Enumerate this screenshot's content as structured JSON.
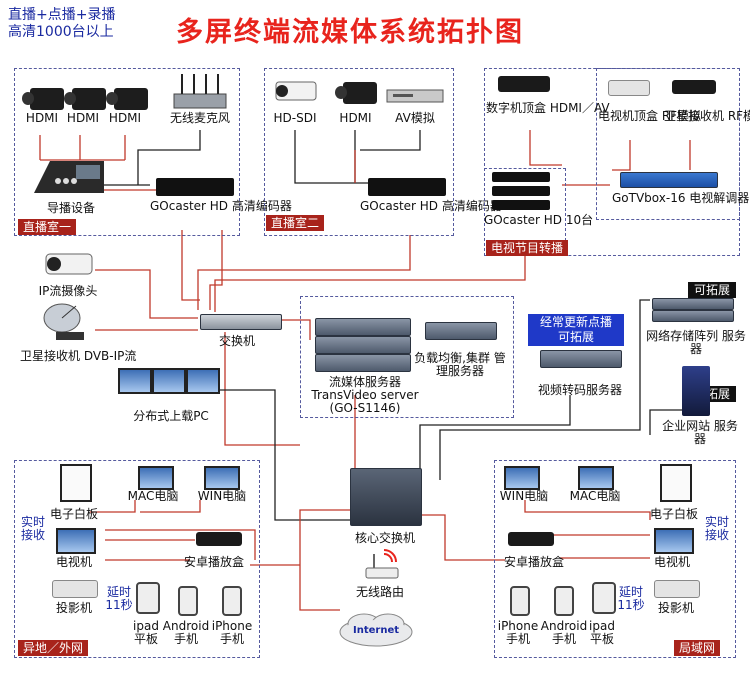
{
  "title": "多屏终端流媒体系统拓扑图",
  "top_left": {
    "line1": "直播+点播+录播",
    "line2": "高清1000台以上"
  },
  "studio1": {
    "tag": "直播室一",
    "cameras": [
      "HDMI",
      "HDMI",
      "HDMI"
    ],
    "mic": "无线麦克风",
    "switcher": "导播设备",
    "encoder": "GOcaster HD 高清编码器"
  },
  "studio2": {
    "tag": "直播室二",
    "hdsdi": "HD-SDI",
    "hdmi": "HDMI",
    "av": "AV模拟",
    "encoder": "GOcaster HD 高清编码器"
  },
  "tv": {
    "tag": "电视节目转播",
    "digital_stb": "数字机顶盒 HDMI／AV",
    "tv_stb": "电视机顶盒 RF模拟",
    "sat_rx": "卫星接收机 RF模拟",
    "gotvbox": "GoTVbox-16 电视解调器",
    "encoder": "GOcaster HD 10台"
  },
  "left_col": {
    "ipcam": "IP流摄像头",
    "satellite": "卫星接收机 DVB-IP流"
  },
  "switch": "交换机",
  "media_server": "流媒体服务器 TransVideo server (GO-S1146)",
  "lb_server": "负载均衡,集群 管理服务器",
  "vod_tag": "经常更新点播 可拓展",
  "transcode": "视频转码服务器",
  "storage_tag": "可拓展",
  "storage": "网络存储阵列 服务器",
  "web_tag": "可拓展",
  "web": "企业网站 服务器",
  "upload_pc": "分布式上载PC",
  "core_switch": "核心交换机",
  "wifi": "无线路由",
  "internet": "Internet",
  "remote": {
    "tag": "异地／外网",
    "realtime": "实时 接收",
    "whiteboard": "电子白板",
    "mac": "MAC电脑",
    "win": "WIN电脑",
    "tv": "电视机",
    "android_box": "安卓播放盒",
    "projector": "投影机",
    "delay": "延时 11秒",
    "ipad": "ipad 平板",
    "android": "Android 手机",
    "iphone": "iPhone 手机"
  },
  "lan": {
    "tag": "局域网",
    "realtime": "实时 接收",
    "whiteboard": "电子白板",
    "mac": "MAC电脑",
    "win": "WIN电脑",
    "tv": "电视机",
    "android_box": "安卓播放盒",
    "projector": "投影机",
    "delay": "延时 11秒",
    "ipad": "ipad 平板",
    "android": "Android 手机",
    "iphone": "iPhone 手机"
  },
  "colors": {
    "title": "#e8241d",
    "tag": "#a8231b",
    "blue_tag": "#1f39c8",
    "line_red": "#c0392b",
    "line_dark": "#222222",
    "box_border": "#555a9e"
  }
}
